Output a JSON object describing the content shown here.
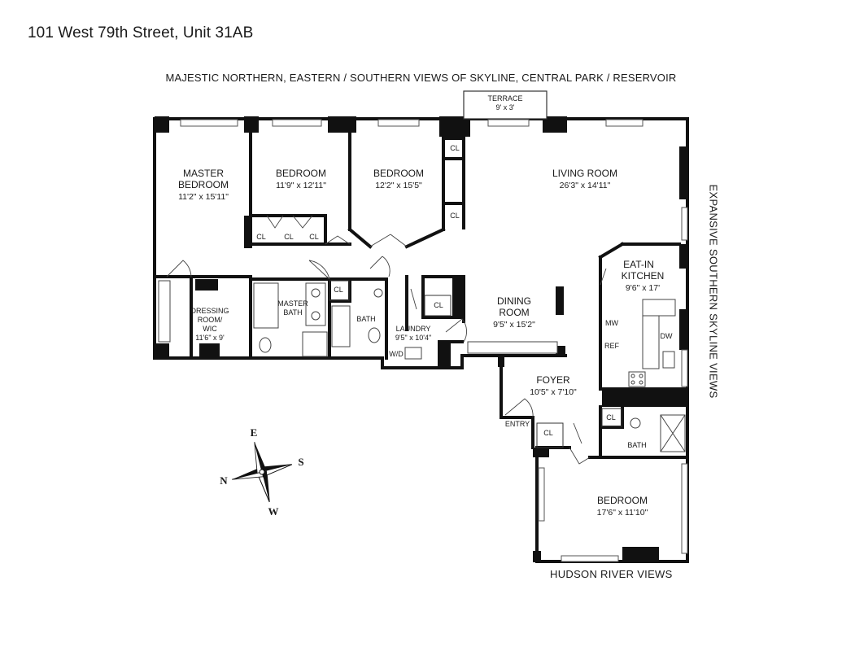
{
  "address": "101 West 79th Street, Unit 31AB",
  "views": {
    "top": "MAJESTIC NORTHERN, EASTERN / SOUTHERN VIEWS OF SKYLINE, CENTRAL PARK / RESERVOIR",
    "side": "EXPANSIVE SOUTHERN SKYLINE VIEWS",
    "bottom": "HUDSON RIVER VIEWS"
  },
  "rooms": {
    "terrace": {
      "name": "TERRACE",
      "dims": "9' x 3'"
    },
    "master_bedroom": {
      "name_line1": "MASTER",
      "name_line2": "BEDROOM",
      "dims": "11'2\" x 15'11\""
    },
    "bedroom_1": {
      "name": "BEDROOM",
      "dims": "11'9\" x 12'11\""
    },
    "bedroom_2": {
      "name": "BEDROOM",
      "dims": "12'2\" x 15'5\""
    },
    "living_room": {
      "name": "LIVING ROOM",
      "dims": "26'3\" x 14'11\""
    },
    "kitchen": {
      "name_line1": "EAT-IN",
      "name_line2": "KITCHEN",
      "dims": "9'6\" x 17'"
    },
    "dressing_room": {
      "name_line1": "DRESSING",
      "name_line2": "ROOM/",
      "name_line3": "WIC",
      "dims": "11'6\" x 9'"
    },
    "master_bath": {
      "name_line1": "MASTER",
      "name_line2": "BATH"
    },
    "bath_1": {
      "name": "BATH"
    },
    "laundry": {
      "name": "LAUNDRY",
      "dims": "9'5\" x 10'4\""
    },
    "dining_room": {
      "name_line1": "DINING",
      "name_line2": "ROOM",
      "dims": "9'5\" x 15'2\""
    },
    "foyer": {
      "name": "FOYER",
      "dims": "10'5\" x 7'10\""
    },
    "entry": {
      "name": "ENTRY"
    },
    "bath_2": {
      "name": "BATH"
    },
    "bedroom_3": {
      "name": "BEDROOM",
      "dims": "17'6\" x 11'10\""
    }
  },
  "labels": {
    "closet": "CL",
    "washer_dryer": "W/D",
    "microwave": "MW",
    "refrigerator": "REF",
    "dishwasher": "DW"
  },
  "compass": {
    "north": "N",
    "east": "E",
    "south": "S",
    "west": "W"
  }
}
